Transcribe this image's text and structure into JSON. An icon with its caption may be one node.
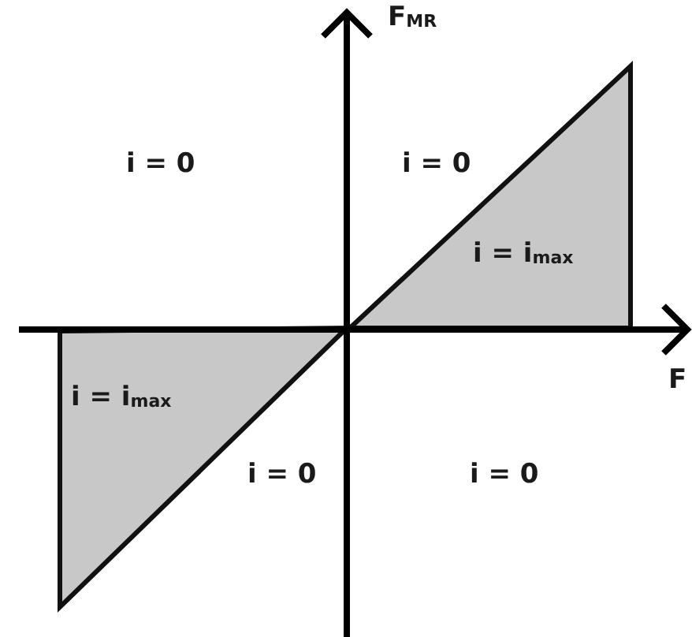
{
  "diagram": {
    "labels": [
      "F$_{MR}$",
      "i = 0",
      "i = 0",
      "i = i$_{max}$",
      "F",
      "i = i$_{max}$",
      "i = 0",
      "i = 0"
    ]
  }
}
